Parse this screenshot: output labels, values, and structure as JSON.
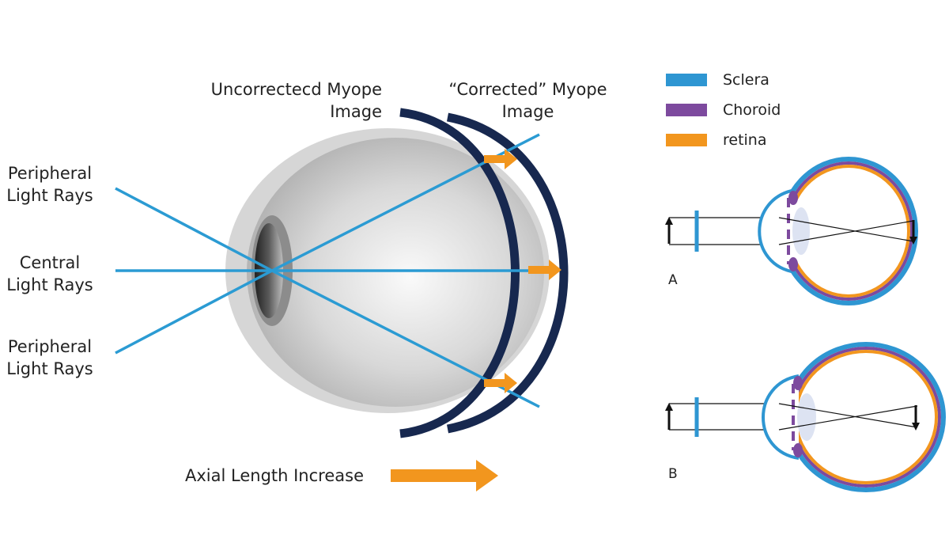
{
  "labels": {
    "peripheral_top": [
      "Peripheral",
      "Light Rays"
    ],
    "central": [
      "Central",
      "Light Rays"
    ],
    "peripheral_bottom": [
      "Peripheral",
      "Light Rays"
    ],
    "uncorrected": [
      "Uncorrectecd Myope",
      "Image"
    ],
    "corrected": [
      "“Corrected” Myope",
      "Image"
    ],
    "axial": "Axial Length Increase"
  },
  "legend": [
    {
      "name": "Sclera",
      "color": "#2e96d2"
    },
    {
      "name": "Choroid",
      "color": "#7d4a9e"
    },
    {
      "name": "retina",
      "color": "#f2961e"
    }
  ],
  "panels": [
    "A",
    "B"
  ],
  "colors": {
    "ray": "#2b9bd3",
    "shell": "#17284f",
    "arrow": "#f2961e",
    "lens": "#dde3f2"
  }
}
